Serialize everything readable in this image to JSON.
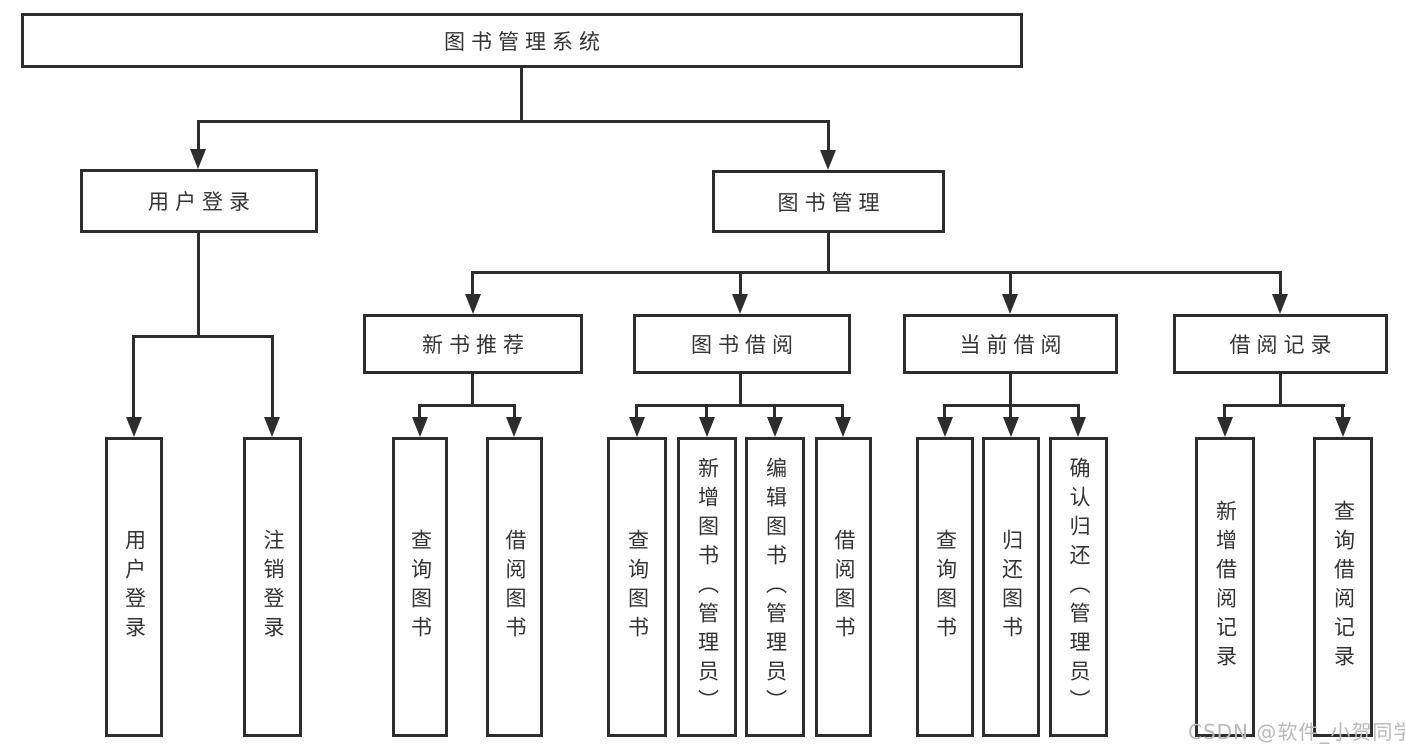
{
  "tree": {
    "label": "图书管理系统",
    "children": [
      {
        "label": "用户登录",
        "children": [
          {
            "label": "用户登录"
          },
          {
            "label": "注销登录"
          }
        ]
      },
      {
        "label": "图书管理",
        "children": [
          {
            "label": "新书推荐",
            "children": [
              {
                "label": "查询图书"
              },
              {
                "label": "借阅图书"
              }
            ]
          },
          {
            "label": "图书借阅",
            "children": [
              {
                "label": "查询图书"
              },
              {
                "label": "新增图书（管理员）"
              },
              {
                "label": "编辑图书（管理员）"
              },
              {
                "label": "借阅图书"
              }
            ]
          },
          {
            "label": "当前借阅",
            "children": [
              {
                "label": "查询图书"
              },
              {
                "label": "归还图书"
              },
              {
                "label": "确认归还（管理员）"
              }
            ]
          },
          {
            "label": "借阅记录",
            "children": [
              {
                "label": "新增借阅记录"
              },
              {
                "label": "查询借阅记录"
              }
            ]
          }
        ]
      }
    ]
  },
  "watermark": {
    "text": "CSDN @软件_小贺同学",
    "color": "#b9b9b9"
  },
  "colors": {
    "line": "#2d2d2d",
    "text": "#333333",
    "background": "#ffffff"
  }
}
